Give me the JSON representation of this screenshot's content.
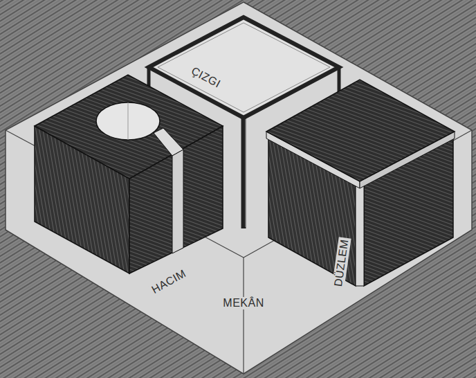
{
  "diagram": {
    "labels": [
      "ÇIZGI",
      "HACIM",
      "MEKÂN",
      "DÜZLEM"
    ]
  }
}
